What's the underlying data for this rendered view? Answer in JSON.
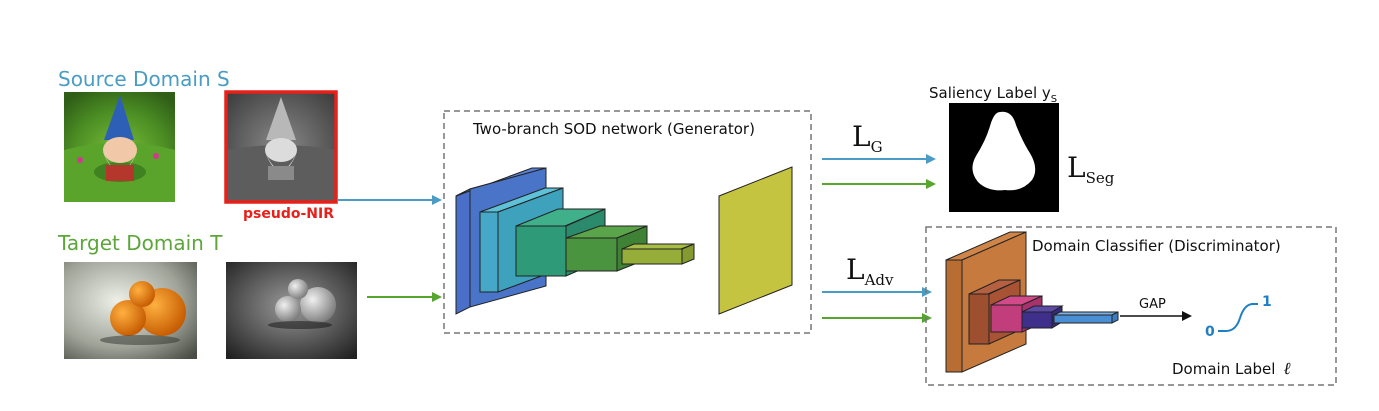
{
  "source": {
    "title": "Source Domain S",
    "pseudo_label": "pseudo-NIR"
  },
  "target": {
    "title": "Target Domain T"
  },
  "generator": {
    "title": "Two-branch SOD network (Generator)"
  },
  "saliency": {
    "title": "Saliency Label y",
    "title_sub": "S"
  },
  "losses": {
    "lg": "L",
    "lg_sub": "G",
    "lseg": "L",
    "lseg_sub": "Seg",
    "ladv": "L",
    "ladv_sub": "Adv"
  },
  "discriminator": {
    "title": "Domain Classifier (Discriminator)",
    "gap": "GAP",
    "label_zero": "0",
    "label_one": "1",
    "domain_label": "Domain Label",
    "domain_symbol": "ℓ"
  },
  "colors": {
    "source_blue": "#4a9cc4",
    "target_green": "#5ca63a",
    "pseudo_red": "#e8201a",
    "arrow_blue": "#4a9cc4",
    "arrow_green": "#56a52f",
    "label_blue": "#1f7fc2"
  }
}
